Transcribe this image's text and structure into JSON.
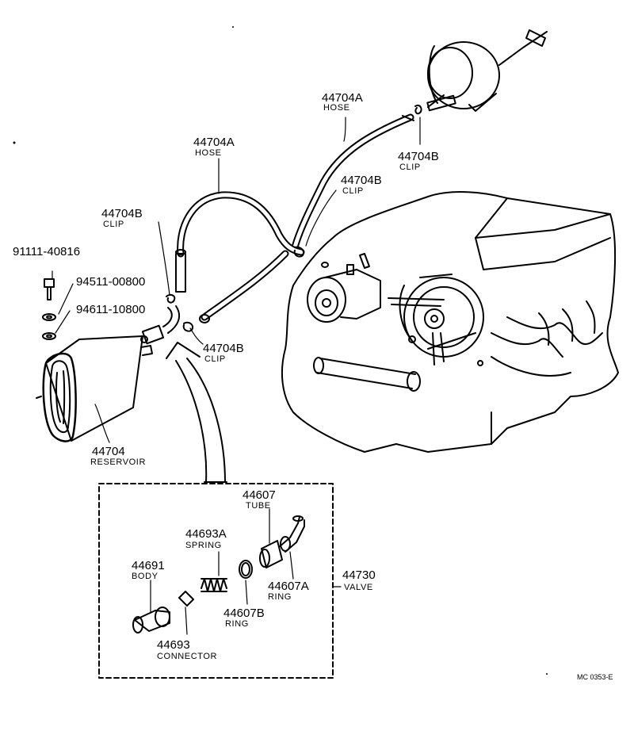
{
  "parts": {
    "hose_upper": {
      "number": "44704A",
      "name": "HOSE"
    },
    "hose_mid": {
      "number": "44704A",
      "name": "HOSE"
    },
    "clip_top": {
      "number": "44704B",
      "name": "CLIP"
    },
    "clip_mid": {
      "number": "44704B",
      "name": "CLIP"
    },
    "clip_left": {
      "number": "44704B",
      "name": "CLIP"
    },
    "clip_lower": {
      "number": "44704B",
      "name": "CLIP"
    },
    "bolt": {
      "number": "91111-40816"
    },
    "washer_1": {
      "number": "94511-00800"
    },
    "washer_2": {
      "number": "94611-10800"
    },
    "reservoir": {
      "number": "44704",
      "name": "RESERVOIR"
    },
    "tube": {
      "number": "44607",
      "name": "TUBE"
    },
    "spring": {
      "number": "44693A",
      "name": "SPRING"
    },
    "body": {
      "number": "44691",
      "name": "BODY"
    },
    "ring_a": {
      "number": "44607A",
      "name": "RING"
    },
    "valve": {
      "number": "44730",
      "name": "VALVE"
    },
    "ring_b": {
      "number": "44607B",
      "name": "RING"
    },
    "connector": {
      "number": "44693",
      "name": "CONNECTOR"
    }
  },
  "figure_code": "MC 0353-E"
}
